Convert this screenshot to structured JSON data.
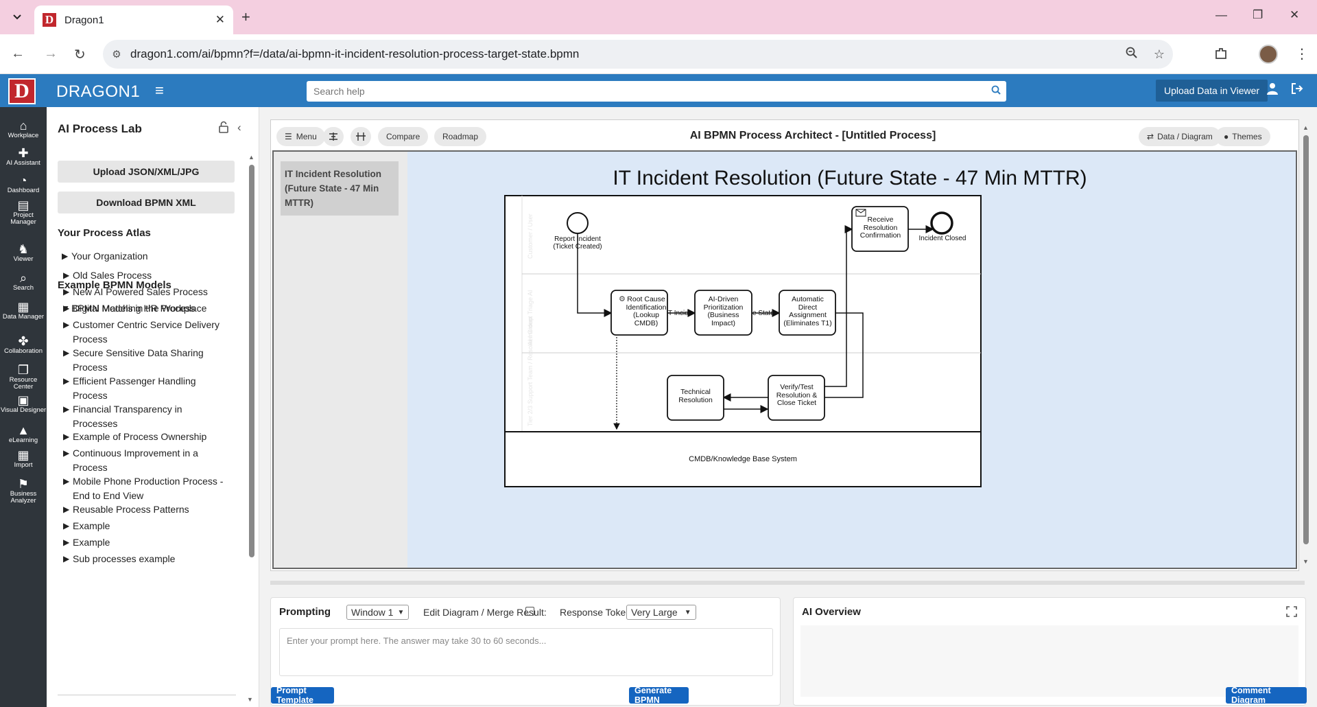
{
  "browser": {
    "tab_title": "Dragon1",
    "tab_favicon": "D",
    "url": "dragon1.com/ai/bpmn?f=/data/ai-bpmn-it-incident-resolution-process-target-state.bpmn",
    "icons": [
      "tab-list-icon",
      "close-icon",
      "new-tab-icon",
      "minimize-icon",
      "restore-icon",
      "window-close-icon",
      "back-icon",
      "forward-icon",
      "reload-icon",
      "site-info-icon",
      "zoom-icon",
      "bookmark-star-icon",
      "extensions-icon",
      "profile-avatar",
      "menu-kebab-icon"
    ]
  },
  "header": {
    "logo_letter": "D",
    "brand": "DRAGON1",
    "search_placeholder": "Search help",
    "upload_button": "Upload Data in Viewer",
    "accent": "#2c7bbf"
  },
  "rail": {
    "items": [
      {
        "label": "Workplace",
        "icon": "home-icon"
      },
      {
        "label": "AI Assistant",
        "icon": "user-plus-icon"
      },
      {
        "label": "Dashboard",
        "icon": "dashboard-icon"
      },
      {
        "label": "Project Manager",
        "icon": "chart-icon"
      },
      {
        "label": "Viewer",
        "icon": "viewer-icon"
      },
      {
        "label": "Search",
        "icon": "search-icon"
      },
      {
        "label": "Data Manager",
        "icon": "table-icon"
      },
      {
        "label": "Collaboration",
        "icon": "puzzle-icon"
      },
      {
        "label": "Resource Center",
        "icon": "copy-icon"
      },
      {
        "label": "Visual Designer",
        "icon": "image-icon"
      },
      {
        "label": "eLearning",
        "icon": "graduation-icon"
      },
      {
        "label": "Import",
        "icon": "grid-icon"
      },
      {
        "label": "Business Analyzer",
        "icon": "flag-icon"
      }
    ]
  },
  "sidepanel": {
    "title": "AI Process Lab",
    "upload_button": "Upload JSON/XML/JPG",
    "download_button": "Download BPMN XML",
    "atlas_heading": "Your Process Atlas",
    "atlas_item": "Your Organization",
    "models_heading": "Example BPMN Models",
    "group": "BPMN Models in the Workplace",
    "models": [
      "Old Sales Process",
      "New AI Powered Sales Process",
      "Digital Matching HR Process",
      "Customer Centric Service Delivery Process",
      "Secure Sensitive Data Sharing Process",
      "Efficient Passenger Handling Process",
      "Financial Transparency in Processes",
      "Example of Process Ownership",
      "Continuous Improvement in a Process",
      "Mobile Phone Production Process - End to End View",
      "Reusable Process Patterns",
      "Example",
      "Example",
      "Sub processes example"
    ]
  },
  "editor": {
    "menu": "Menu",
    "compare": "Compare",
    "roadmap": "Roadmap",
    "title": "AI BPMN Process Architect - [Untitled Process]",
    "data_diagram": "Data / Diagram",
    "themes": "Themes",
    "process_list_item": "IT Incident Resolution (Future State - 47 Min MTTR)",
    "diagram_title": "IT Incident Resolution (Future State - 47 Min MTTR)"
  },
  "diagram": {
    "lane_names": [
      "Customer / User",
      "AI Incident Triage AI",
      "Tier 2/3 Support Team / Resolver Group"
    ],
    "start_event": "Report Incident (Ticket Created)",
    "end_event": "Incident Closed",
    "tasks": {
      "root_cause": "Root Cause Identification (Lookup CMDB)",
      "prioritization": "AI-Driven Prioritization (Business Impact)",
      "assignment": "Automatic Direct Assignment (Eliminates T1)",
      "technical": "Technical Resolution",
      "verify": "Verify/Test Resolution & Close Ticket",
      "receive": "Receive Resolution Confirmation"
    },
    "flow_labels": [
      "T Incide",
      "e State"
    ],
    "data_pool": "CMDB/Knowledge Base System"
  },
  "prompting": {
    "title": "Prompting",
    "window_select": "Window 1",
    "edit_label": "Edit Diagram / Merge Result:",
    "edit_checked": false,
    "tokens_label": "Response Tokens:",
    "tokens_select": "Very Large",
    "placeholder": "Enter your prompt here. The answer may take 30 to 60 seconds...",
    "template_button": "Prompt Template",
    "generate_button": "Generate BPMN"
  },
  "overview": {
    "title": "AI Overview",
    "comment_button": "Comment Diagram"
  }
}
